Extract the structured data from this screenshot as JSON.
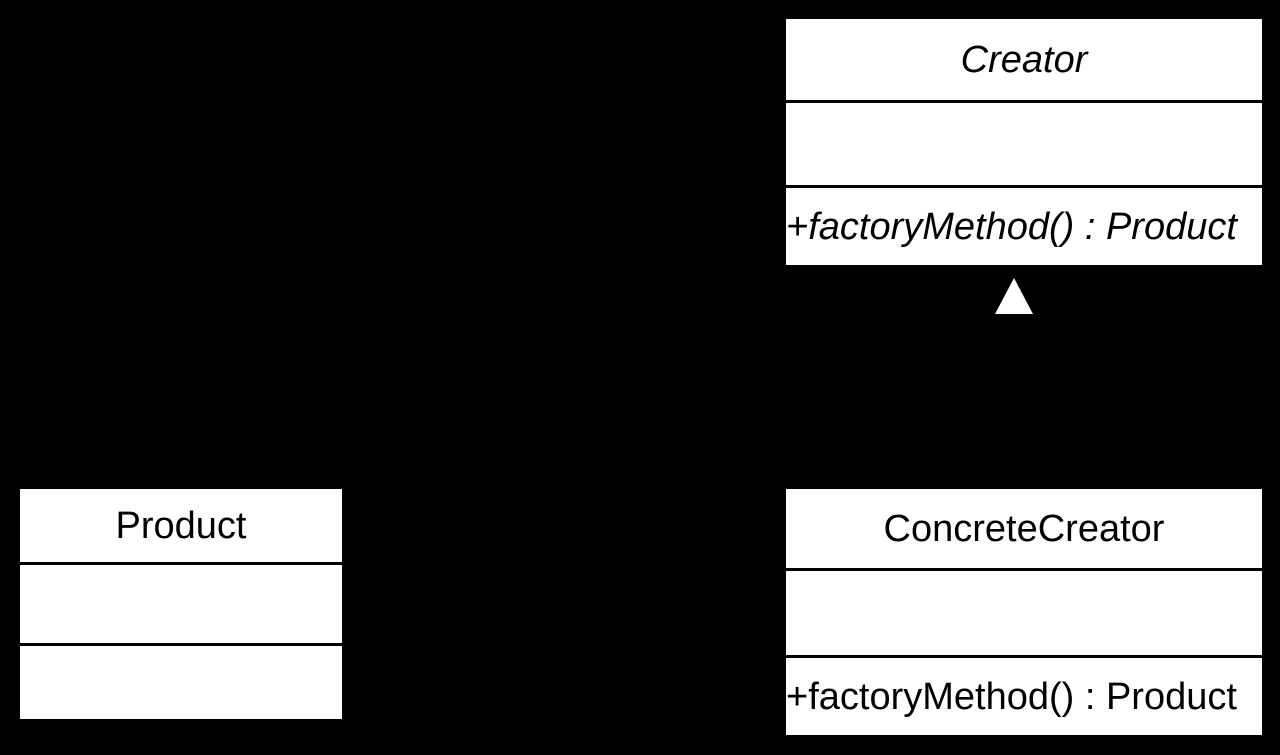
{
  "diagram_type": "uml-class-diagram",
  "colors": {
    "background": "#000000",
    "box_fill": "#ffffff",
    "line": "#000000",
    "text": "#000000",
    "arrowhead_fill": "#ffffff"
  },
  "classes": {
    "creator": {
      "name": "Creator",
      "abstract": true,
      "attributes": "",
      "method": "+factoryMethod() : Product",
      "method_abstract": true
    },
    "concrete_creator": {
      "name": "ConcreteCreator",
      "abstract": false,
      "attributes": "",
      "method": "+factoryMethod() : Product",
      "method_abstract": false
    },
    "product": {
      "name": "Product",
      "abstract": false,
      "attributes": "",
      "method": ""
    }
  },
  "relationships": [
    {
      "type": "generalization",
      "from": "ConcreteCreator",
      "to": "Creator",
      "arrowhead": "hollow-triangle-up"
    }
  ]
}
